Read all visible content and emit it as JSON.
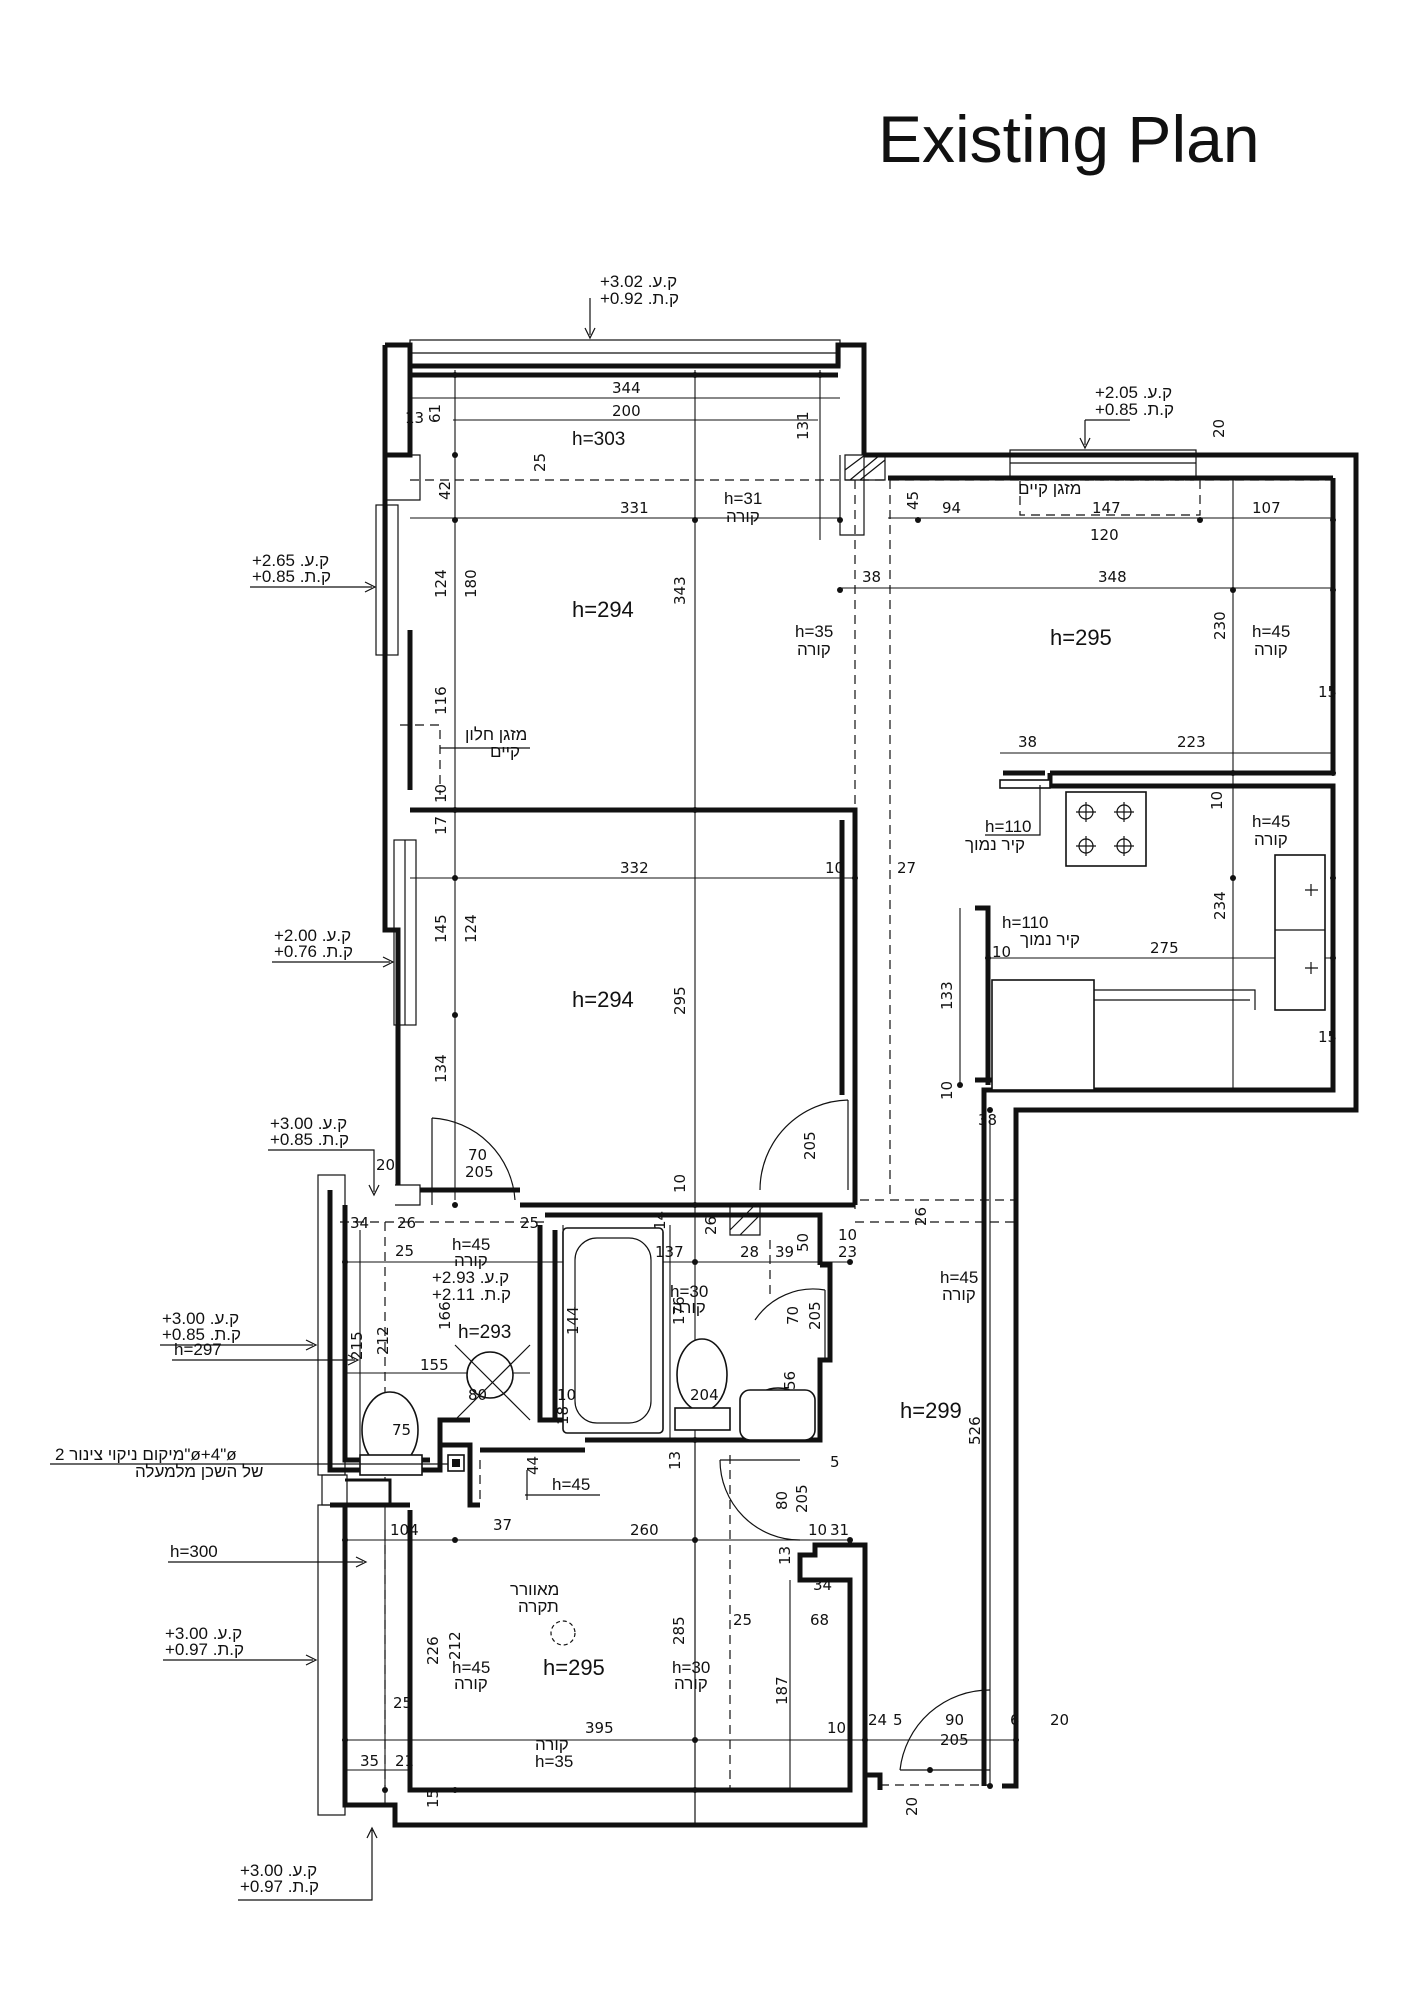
{
  "title": "Existing Plan",
  "level_markers": [
    {
      "id": "top",
      "top": "+3.02 .ק.ע",
      "bottom": "+0.92 .ק.ת"
    },
    {
      "id": "top-right",
      "top": "+2.05 .ק.ע",
      "bottom": "+0.85 .ק.ת"
    },
    {
      "id": "left-1",
      "top": "+2.65 .ק.ע",
      "bottom": "+0.85 .ק.ת"
    },
    {
      "id": "left-2",
      "top": "+2.00 .ק.ע",
      "bottom": "+0.76 .ק.ת"
    },
    {
      "id": "left-3",
      "top": "+3.00 .ק.ע",
      "bottom": "+0.85 .ק.ת"
    },
    {
      "id": "left-4",
      "top": "+3.00 .ק.ע",
      "bottom": "+0.85 .ק.ת"
    },
    {
      "id": "left-5",
      "top": "+3.00 .ק.ע",
      "bottom": "+0.97 .ק.ת"
    },
    {
      "id": "bottom",
      "top": "+3.00 .ק.ע",
      "bottom": "+0.97 .ק.ת"
    }
  ],
  "room_heights": [
    {
      "id": "room-top-left",
      "text": "h=294"
    },
    {
      "id": "room-top-strip",
      "text": "h=303"
    },
    {
      "id": "room-living",
      "text": "h=295"
    },
    {
      "id": "room-bedroom",
      "text": "h=294"
    },
    {
      "id": "room-hall",
      "text": "h=299"
    },
    {
      "id": "room-bottom",
      "text": "h=295"
    },
    {
      "id": "room-bath",
      "text": "h=293"
    },
    {
      "id": "balcony-1",
      "text": "h=297"
    },
    {
      "id": "balcony-2",
      "text": "h=300"
    }
  ],
  "beams": [
    {
      "id": "beam-1",
      "h": "h=31",
      "label": "קורה"
    },
    {
      "id": "beam-2",
      "h": "h=35",
      "label": "קורה"
    },
    {
      "id": "beam-3",
      "h": "h=45",
      "label": "קורה"
    },
    {
      "id": "beam-4",
      "h": "h=45",
      "label": "קורה"
    },
    {
      "id": "beam-5",
      "h": "h=45",
      "label": "קורה"
    },
    {
      "id": "beam-6",
      "h": "h=30",
      "label": "קורה"
    },
    {
      "id": "beam-7",
      "h": "h=45",
      "label": "קורה"
    },
    {
      "id": "beam-8",
      "h": "h=45",
      "label": "קורה"
    },
    {
      "id": "beam-9",
      "h": "h=30",
      "label": "קורה"
    },
    {
      "id": "beam-10",
      "h": "h=35",
      "label": "קורה"
    }
  ],
  "notes": {
    "ac_existing": "מזגן קיים",
    "window_ac_line1": "מזגן חלון",
    "window_ac_line2": "קיים",
    "kitchen_wall_1_h": "h=110",
    "kitchen_wall_1_label": "קיר נמוך",
    "kitchen_wall_2_h": "h=110",
    "kitchen_wall_2_label": "קיר נמוך",
    "bath_level_1": "+2.93 .ק.ע",
    "bath_level_2": "+2.11 .ק.ת",
    "vent_line1": "מאוורר",
    "vent_line2": "תקרה",
    "drain_line1": "מיקום ניקוי צינור 2\"ø+4\"ø",
    "drain_line2": "של השכן מלמעלה",
    "small_h": "h=45"
  },
  "dimensions": [
    {
      "id": "d1",
      "text": "344"
    },
    {
      "id": "d2",
      "text": "200"
    },
    {
      "id": "d3",
      "text": "13"
    },
    {
      "id": "d4",
      "text": "61"
    },
    {
      "id": "d5",
      "text": "25"
    },
    {
      "id": "d6",
      "text": "131"
    },
    {
      "id": "d7",
      "text": "42"
    },
    {
      "id": "d8",
      "text": "331"
    },
    {
      "id": "d9",
      "text": "124"
    },
    {
      "id": "d10",
      "text": "180"
    },
    {
      "id": "d11",
      "text": "343"
    },
    {
      "id": "d12",
      "text": "116"
    },
    {
      "id": "d13",
      "text": "10"
    },
    {
      "id": "d14",
      "text": "17"
    },
    {
      "id": "d15",
      "text": "20"
    },
    {
      "id": "d16",
      "text": "45"
    },
    {
      "id": "d17",
      "text": "94"
    },
    {
      "id": "d18",
      "text": "147"
    },
    {
      "id": "d19",
      "text": "107"
    },
    {
      "id": "d20",
      "text": "120"
    },
    {
      "id": "d21",
      "text": "38"
    },
    {
      "id": "d22",
      "text": "348"
    },
    {
      "id": "d23",
      "text": "230"
    },
    {
      "id": "d24",
      "text": "15"
    },
    {
      "id": "d25",
      "text": "38"
    },
    {
      "id": "d26",
      "text": "223"
    },
    {
      "id": "d27",
      "text": "10"
    },
    {
      "id": "d28",
      "text": "332"
    },
    {
      "id": "d29",
      "text": "10"
    },
    {
      "id": "d30",
      "text": "27"
    },
    {
      "id": "d31",
      "text": "145"
    },
    {
      "id": "d32",
      "text": "124"
    },
    {
      "id": "d33",
      "text": "295"
    },
    {
      "id": "d34",
      "text": "134"
    },
    {
      "id": "d35",
      "text": "234"
    },
    {
      "id": "d36",
      "text": "275"
    },
    {
      "id": "d37",
      "text": "10"
    },
    {
      "id": "d38",
      "text": "133"
    },
    {
      "id": "d39",
      "text": "15"
    },
    {
      "id": "d40",
      "text": "10"
    },
    {
      "id": "d41",
      "text": "38"
    },
    {
      "id": "d42",
      "text": "205"
    },
    {
      "id": "d43",
      "text": "70"
    },
    {
      "id": "d44",
      "text": "205"
    },
    {
      "id": "d45",
      "text": "20"
    },
    {
      "id": "d46",
      "text": "10"
    },
    {
      "id": "d47",
      "text": "34"
    },
    {
      "id": "d48",
      "text": "26"
    },
    {
      "id": "d49",
      "text": "25"
    },
    {
      "id": "d50",
      "text": "14"
    },
    {
      "id": "d51",
      "text": "26"
    },
    {
      "id": "d52",
      "text": "50"
    },
    {
      "id": "d53",
      "text": "10"
    },
    {
      "id": "d54",
      "text": "23"
    },
    {
      "id": "d55",
      "text": "26"
    },
    {
      "id": "d56",
      "text": "25"
    },
    {
      "id": "d57",
      "text": "137"
    },
    {
      "id": "d58",
      "text": "28"
    },
    {
      "id": "d59",
      "text": "39"
    },
    {
      "id": "d60",
      "text": "215"
    },
    {
      "id": "d61",
      "text": "212"
    },
    {
      "id": "d62",
      "text": "166"
    },
    {
      "id": "d63",
      "text": "144"
    },
    {
      "id": "d64",
      "text": "176"
    },
    {
      "id": "d65",
      "text": "70"
    },
    {
      "id": "d66",
      "text": "205"
    },
    {
      "id": "d67",
      "text": "155"
    },
    {
      "id": "d68",
      "text": "80"
    },
    {
      "id": "d69",
      "text": "10"
    },
    {
      "id": "d70",
      "text": "204"
    },
    {
      "id": "d71",
      "text": "56"
    },
    {
      "id": "d72",
      "text": "75"
    },
    {
      "id": "d73",
      "text": "18"
    },
    {
      "id": "d74",
      "text": "526"
    },
    {
      "id": "d75",
      "text": "44"
    },
    {
      "id": "d76",
      "text": "13"
    },
    {
      "id": "d77",
      "text": "5"
    },
    {
      "id": "d78",
      "text": "80"
    },
    {
      "id": "d79",
      "text": "205"
    },
    {
      "id": "d80",
      "text": "37"
    },
    {
      "id": "d81",
      "text": "104"
    },
    {
      "id": "d82",
      "text": "260"
    },
    {
      "id": "d83",
      "text": "10"
    },
    {
      "id": "d84",
      "text": "31"
    },
    {
      "id": "d85",
      "text": "13"
    },
    {
      "id": "d86",
      "text": "34"
    },
    {
      "id": "d87",
      "text": "25"
    },
    {
      "id": "d88",
      "text": "68"
    },
    {
      "id": "d89",
      "text": "226"
    },
    {
      "id": "d90",
      "text": "212"
    },
    {
      "id": "d91",
      "text": "285"
    },
    {
      "id": "d92",
      "text": "187"
    },
    {
      "id": "d93",
      "text": "25"
    },
    {
      "id": "d94",
      "text": "395"
    },
    {
      "id": "d95",
      "text": "10"
    },
    {
      "id": "d96",
      "text": "24"
    },
    {
      "id": "d97",
      "text": "5"
    },
    {
      "id": "d98",
      "text": "90"
    },
    {
      "id": "d99",
      "text": "205"
    },
    {
      "id": "d100",
      "text": "6"
    },
    {
      "id": "d101",
      "text": "20"
    },
    {
      "id": "d102",
      "text": "35"
    },
    {
      "id": "d103",
      "text": "21"
    },
    {
      "id": "d104",
      "text": "15"
    },
    {
      "id": "d105",
      "text": "20"
    }
  ]
}
